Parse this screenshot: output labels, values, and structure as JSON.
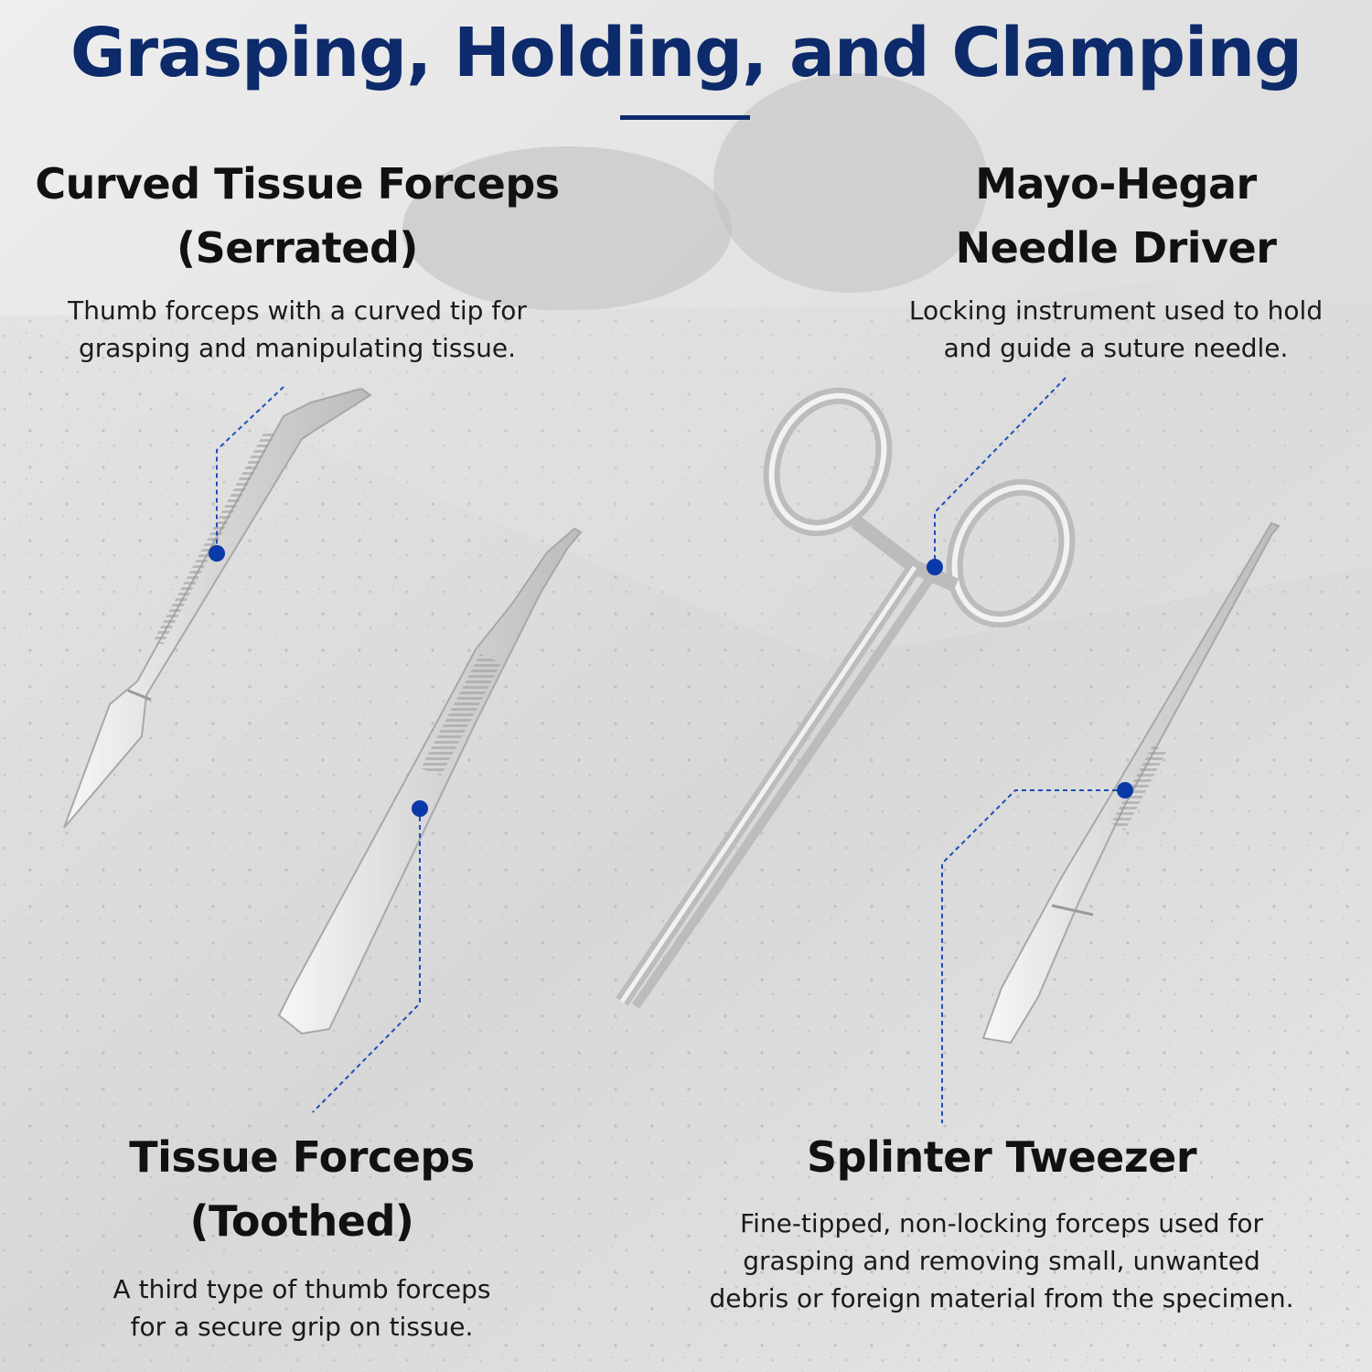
{
  "page_title": "Grasping, Holding, and Clamping",
  "theme": {
    "title_color": "#0d2a6b",
    "marker_color": "#0a3aa8",
    "leader_color": "#1d4fb8"
  },
  "callouts": [
    {
      "id": "curved-tissue-forceps",
      "title_line1": "Curved Tissue Forceps",
      "title_line2": "(Serrated)",
      "desc_line1": "Thumb forceps with a curved tip for",
      "desc_line2": "grasping and manipulating tissue."
    },
    {
      "id": "mayo-hegar-needle-driver",
      "title_line1": "Mayo-Hegar",
      "title_line2": "Needle Driver",
      "desc_line1": "Locking instrument used to hold",
      "desc_line2": "and guide a suture needle."
    },
    {
      "id": "tissue-forceps-toothed",
      "title_line1": "Tissue Forceps",
      "title_line2": "(Toothed)",
      "desc_line1": "A third type of thumb forceps",
      "desc_line2": "for a secure grip on tissue."
    },
    {
      "id": "splinter-tweezer",
      "title_line1": "Splinter Tweezer",
      "desc_line1": "Fine-tipped, non-locking forceps used for",
      "desc_line2": "grasping and removing small, unwanted",
      "desc_line3": "debris or foreign material from the specimen."
    }
  ]
}
